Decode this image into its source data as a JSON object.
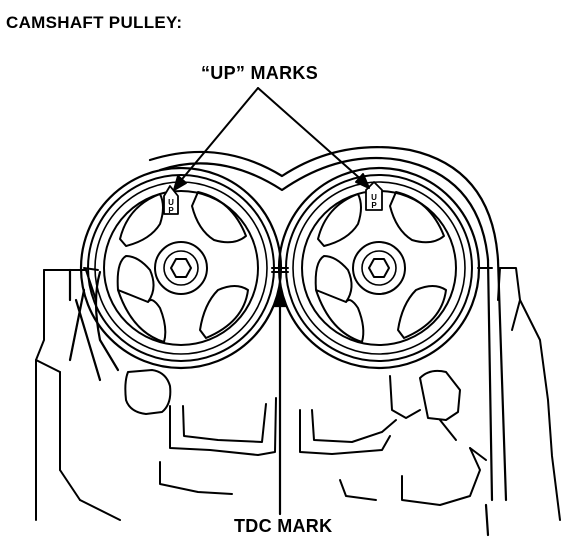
{
  "title": "CAMSHAFT PULLEY:",
  "callouts": {
    "up_marks": "“UP” MARKS",
    "tdc_mark": "TDC MARK"
  },
  "pulley_marks": {
    "left": [
      "U",
      "P"
    ],
    "right": [
      "U",
      "P"
    ]
  }
}
